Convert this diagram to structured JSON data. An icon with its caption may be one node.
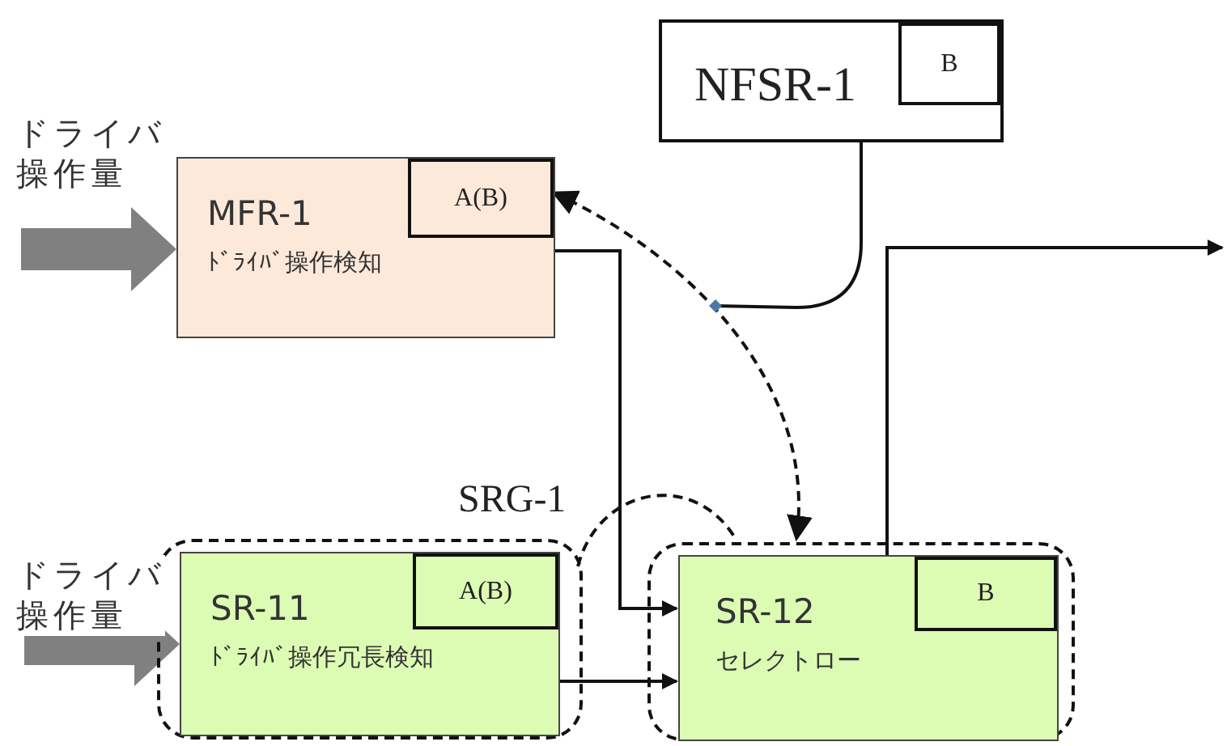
{
  "diagram": {
    "nodes": [
      {
        "text": [
          "NFSR-1"
        ]
      },
      {
        "text": [
          "B"
        ],
        "in": 0
      },
      {
        "text": [
          "MFR-1",
          "ﾄﾞﾗｲﾊﾞ操作検知"
        ]
      },
      {
        "text": [
          "A(B)"
        ],
        "in": 2
      },
      {
        "text": [],
        "shape": "box"
      },
      {
        "text": [
          "SR-11",
          "ﾄﾞﾗｲﾊﾞ操作冗長検知"
        ],
        "in": 4
      },
      {
        "text": [
          "A(B)"
        ],
        "in": 5
      },
      {
        "text": [],
        "shape": "box"
      },
      {
        "text": [
          "SR-12",
          "セレクトロー"
        ],
        "in": 7
      },
      {
        "text": [
          "B"
        ],
        "in": 8
      }
    ],
    "edges": [
      {
        "from": null,
        "to": 2,
        "arrow": "to",
        "label": "ドライバ操作量",
        "style": "thick",
        "color": "#808080"
      },
      {
        "from": null,
        "to": 5,
        "arrow": "to",
        "label": "ドライバ操作量",
        "style": "thick",
        "color": "#808080"
      },
      {
        "from": 2,
        "to": 8,
        "arrow": "to"
      },
      {
        "from": 5,
        "to": 8,
        "arrow": "to"
      },
      {
        "from": 8,
        "to": null,
        "arrow": "to"
      },
      {
        "from": 3,
        "to": 7,
        "arrow": "both",
        "style": "dashed"
      },
      {
        "from": 0,
        "to": null,
        "arrow": "none"
      },
      {
        "from": 4,
        "to": 7,
        "arrow": "none",
        "style": "dashed"
      }
    ],
    "labels": [
      "SRG-1"
    ]
  }
}
